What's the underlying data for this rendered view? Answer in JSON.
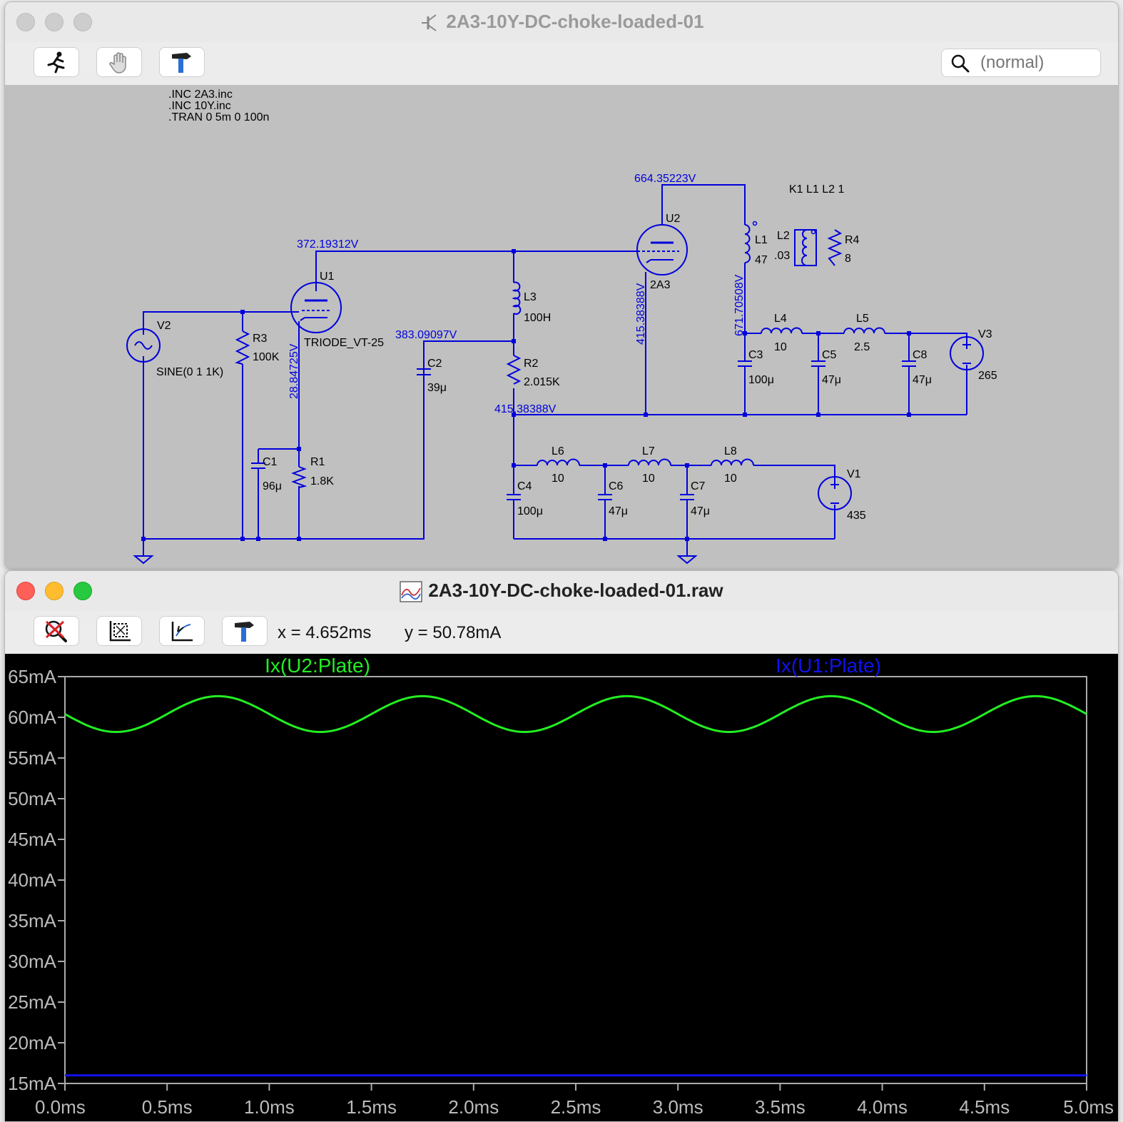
{
  "schematic_window": {
    "title": "2A3-10Y-DC-choke-loaded-01",
    "search_placeholder": "(normal)",
    "directives": [
      ".INC 2A3.inc",
      ".INC 10Y.inc",
      ".TRAN 0 5m 0 100n"
    ],
    "coupling": "K1 L1 L2 1",
    "node_voltages": {
      "u2_plate": "664.35223V",
      "u1_plate": "372.19312V",
      "c2_node": "383.09097V",
      "r1_node": "28.84725V",
      "u2_cathode": "415.38388V",
      "r2_bottom": "415.38388V",
      "l1_bottom": "671.70508V"
    },
    "components": {
      "V2": {
        "name": "V2",
        "value": "SINE(0 1 1K)"
      },
      "R3": {
        "name": "R3",
        "value": "100K"
      },
      "U1": {
        "name": "U1",
        "value": "TRIODE_VT-25"
      },
      "C1": {
        "name": "C1",
        "value": "96μ"
      },
      "R1": {
        "name": "R1",
        "value": "1.8K"
      },
      "C2": {
        "name": "C2",
        "value": "39μ"
      },
      "L3": {
        "name": "L3",
        "value": "100H"
      },
      "R2": {
        "name": "R2",
        "value": "2.015K"
      },
      "U2": {
        "name": "U2",
        "value": "2A3"
      },
      "L1": {
        "name": "L1",
        "value": "47"
      },
      "L2": {
        "name": "L2",
        "value": ".03"
      },
      "R4": {
        "name": "R4",
        "value": "8"
      },
      "L4": {
        "name": "L4",
        "value": "10"
      },
      "L5": {
        "name": "L5",
        "value": "2.5"
      },
      "C3": {
        "name": "C3",
        "value": "100μ"
      },
      "C5": {
        "name": "C5",
        "value": "47μ"
      },
      "C8": {
        "name": "C8",
        "value": "47μ"
      },
      "V3": {
        "name": "V3",
        "value": "265"
      },
      "L6": {
        "name": "L6",
        "value": "10"
      },
      "L7": {
        "name": "L7",
        "value": "10"
      },
      "L8": {
        "name": "L8",
        "value": "10"
      },
      "C4": {
        "name": "C4",
        "value": "100μ"
      },
      "C6": {
        "name": "C6",
        "value": "47μ"
      },
      "C7": {
        "name": "C7",
        "value": "47μ"
      },
      "V1": {
        "name": "V1",
        "value": "435"
      }
    }
  },
  "waveform_window": {
    "title": "2A3-10Y-DC-choke-loaded-01.raw",
    "cursor_x": "x = 4.652ms",
    "cursor_y": "y = 50.78mA"
  },
  "icons": {
    "schematic_toolbar": [
      "run-icon",
      "hand-icon",
      "hammer-icon"
    ],
    "waveform_toolbar": [
      "zoom-cancel-icon",
      "autorange-icon",
      "zoom-back-icon",
      "hammer-icon"
    ],
    "search": "search-icon"
  },
  "colors": {
    "wire": "#0000dd",
    "trace_u2": "#22ee22",
    "trace_u1": "#1111ee",
    "schematic_bg": "#c0c0c0",
    "plot_bg": "#000000"
  },
  "chart_data": {
    "type": "line",
    "x_unit": "ms",
    "y_unit": "mA",
    "xlim": [
      0,
      5
    ],
    "ylim": [
      15,
      65
    ],
    "x_ticks": [
      "0.0ms",
      "0.5ms",
      "1.0ms",
      "1.5ms",
      "2.0ms",
      "2.5ms",
      "3.0ms",
      "3.5ms",
      "4.0ms",
      "4.5ms",
      "5.0ms"
    ],
    "x_tick_values": [
      0,
      0.5,
      1,
      1.5,
      2,
      2.5,
      3,
      3.5,
      4,
      4.5,
      5
    ],
    "y_ticks": [
      "65mA",
      "60mA",
      "55mA",
      "50mA",
      "45mA",
      "40mA",
      "35mA",
      "30mA",
      "25mA",
      "20mA",
      "15mA"
    ],
    "y_tick_values": [
      65,
      60,
      55,
      50,
      45,
      40,
      35,
      30,
      25,
      20,
      15
    ],
    "series": [
      {
        "name": "Ix(U2:Plate)",
        "color": "#22ee22",
        "x": [
          0,
          0.25,
          0.5,
          0.75,
          1.0,
          1.25,
          1.5,
          1.75,
          2.0,
          2.25,
          2.5,
          2.75,
          3.0,
          3.25,
          3.5,
          3.75,
          4.0,
          4.25,
          4.5,
          4.75,
          5.0
        ],
        "values": [
          60.4,
          58.2,
          60.4,
          62.6,
          60.4,
          58.2,
          60.4,
          62.6,
          60.4,
          58.2,
          60.4,
          62.6,
          60.4,
          58.2,
          60.4,
          62.6,
          60.4,
          58.2,
          60.4,
          62.6,
          60.4
        ]
      },
      {
        "name": "Ix(U1:Plate)",
        "color": "#1111ee",
        "x": [
          0,
          5
        ],
        "values": [
          16.0,
          16.0
        ]
      }
    ]
  }
}
